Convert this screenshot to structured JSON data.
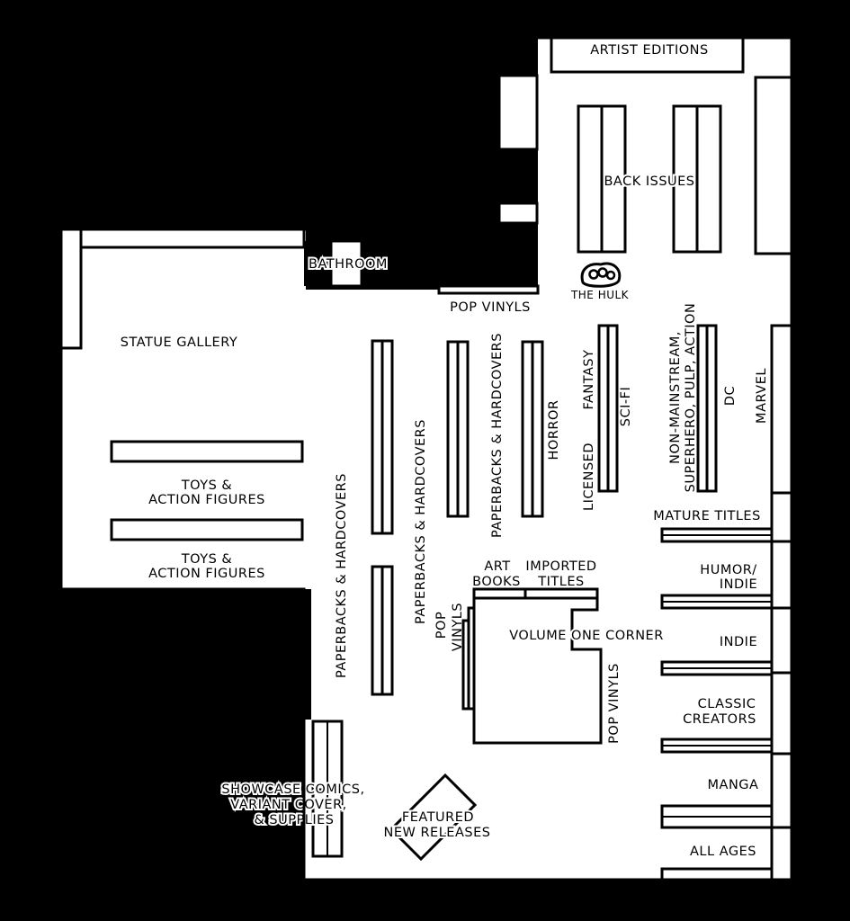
{
  "labels": {
    "artist_editions": "ARTIST EDITIONS",
    "back_issues": "BACK ISSUES",
    "bathroom": "BATHROOM",
    "pop_vinyls_top": "POP VINYLS",
    "the_hulk": "THE HULK",
    "statue_gallery": "STATUE GALLERY",
    "toys_1_line1": "TOYS &",
    "toys_1_line2": "ACTION FIGURES",
    "toys_2_line1": "TOYS &",
    "toys_2_line2": "ACTION FIGURES",
    "paperbacks_1": "PAPERBACKS & HARDCOVERS",
    "paperbacks_2": "PAPERBACKS & HARDCOVERS",
    "paperbacks_3": "PAPERBACKS & HARDCOVERS",
    "horror": "HORROR",
    "fantasy": "FANTASY",
    "licensed": "LICENSED",
    "sci_fi": "SCI-FI",
    "non_mainstream_line1": "NON-MAINSTREAM,",
    "non_mainstream_line2": "SUPERHERO, PULP, ACTION",
    "dc": "DC",
    "marvel": "MARVEL",
    "mature_titles": "MATURE TITLES",
    "humor_indie_line1": "HUMOR/",
    "humor_indie_line2": "INDIE",
    "indie": "INDIE",
    "classic_creators_line1": "CLASSIC",
    "classic_creators_line2": "CREATORS",
    "manga": "MANGA",
    "all_ages": "ALL AGES",
    "art_books_line1": "ART",
    "art_books_line2": "BOOKS",
    "imported_titles_line1": "IMPORTED",
    "imported_titles_line2": "TITLES",
    "pop_vinyls_left_line1": "POP",
    "pop_vinyls_left_line2": "VINYLS",
    "volume_one_corner": "VOLUME ONE CORNER",
    "pop_vinyls_right": "POP VINYLS",
    "showcase_line1": "SHOWCASE COMICS,",
    "showcase_line2": "VARIANT COVER,",
    "showcase_line3": "& SUPPLIES",
    "featured_line1": "FEATURED",
    "featured_line2": "NEW RELEASES"
  }
}
